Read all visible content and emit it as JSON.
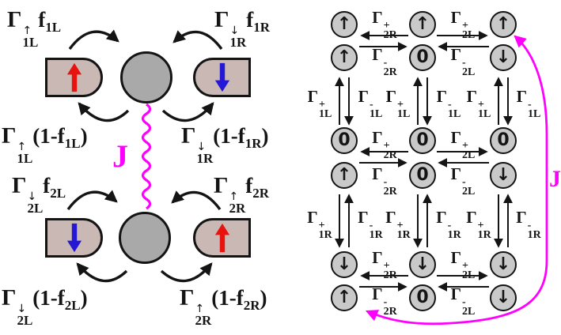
{
  "figure": {
    "left": {
      "j": "J",
      "dot1": {
        "in_left": [
          {
            "g": {
              "sup": "↑",
              "sub": "1L"
            }
          },
          {
            "t": "f"
          },
          {
            "s": "1L"
          }
        ],
        "in_right": [
          {
            "g": {
              "sup": "↓",
              "sub": "1R"
            }
          },
          {
            "t": "f"
          },
          {
            "s": "1R"
          }
        ],
        "out_left": [
          {
            "g": {
              "sup": "↑",
              "sub": "1L"
            }
          },
          {
            "t": "(1-f"
          },
          {
            "s": "1L"
          },
          {
            "t": ")"
          }
        ],
        "out_right": [
          {
            "g": {
              "sup": "↓",
              "sub": "1R"
            }
          },
          {
            "t": "(1-f"
          },
          {
            "s": "1R"
          },
          {
            "t": ")"
          }
        ],
        "lead_left_spin": "up",
        "lead_right_spin": "down"
      },
      "dot2": {
        "in_left": [
          {
            "g": {
              "sup": "↓",
              "sub": "2L"
            }
          },
          {
            "t": "f"
          },
          {
            "s": "2L"
          }
        ],
        "in_right": [
          {
            "g": {
              "sup": "↑",
              "sub": "2R"
            }
          },
          {
            "t": "f"
          },
          {
            "s": "2R"
          }
        ],
        "out_left": [
          {
            "g": {
              "sup": "↓",
              "sub": "2L"
            }
          },
          {
            "t": "(1-f"
          },
          {
            "s": "2L"
          },
          {
            "t": ")"
          }
        ],
        "out_right": [
          {
            "g": {
              "sup": "↑",
              "sub": "2R"
            }
          },
          {
            "t": "(1-f"
          },
          {
            "s": "2R"
          },
          {
            "t": ")"
          }
        ],
        "lead_left_spin": "down",
        "lead_right_spin": "up"
      }
    },
    "right": {
      "j": "J",
      "states": [
        [
          [
            "↑",
            "↑"
          ],
          [
            "↑",
            "0"
          ],
          [
            "↑",
            "↓"
          ]
        ],
        [
          [
            "0",
            "↑"
          ],
          [
            "0",
            "0"
          ],
          [
            "0",
            "↓"
          ]
        ],
        [
          [
            "↓",
            "↑"
          ],
          [
            "↓",
            "0"
          ],
          [
            "↓",
            "↓"
          ]
        ]
      ],
      "labels": {
        "p2R": [
          {
            "g": {
              "sup": "+",
              "sub": "2R"
            }
          }
        ],
        "m2R": [
          {
            "g": {
              "sup": "-",
              "sub": "2R"
            }
          }
        ],
        "p2L": [
          {
            "g": {
              "sup": "+",
              "sub": "2L"
            }
          }
        ],
        "m2L": [
          {
            "g": {
              "sup": "-",
              "sub": "2L"
            }
          }
        ],
        "p1L": [
          {
            "g": {
              "sup": "+",
              "sub": "1L"
            }
          }
        ],
        "m1L": [
          {
            "g": {
              "sup": "-",
              "sub": "1L"
            }
          }
        ],
        "p1R": [
          {
            "g": {
              "sup": "+",
              "sub": "1R"
            }
          }
        ],
        "m1R": [
          {
            "g": {
              "sup": "-",
              "sub": "1R"
            }
          }
        ]
      }
    },
    "colors": {
      "magenta": "#ff00ff",
      "red": "#e8130f",
      "blue": "#2417d6",
      "lead_fill": "#c9b8b3",
      "dot_fill": "#a9a9a9",
      "circle_fill": "#c9c9c9"
    }
  }
}
